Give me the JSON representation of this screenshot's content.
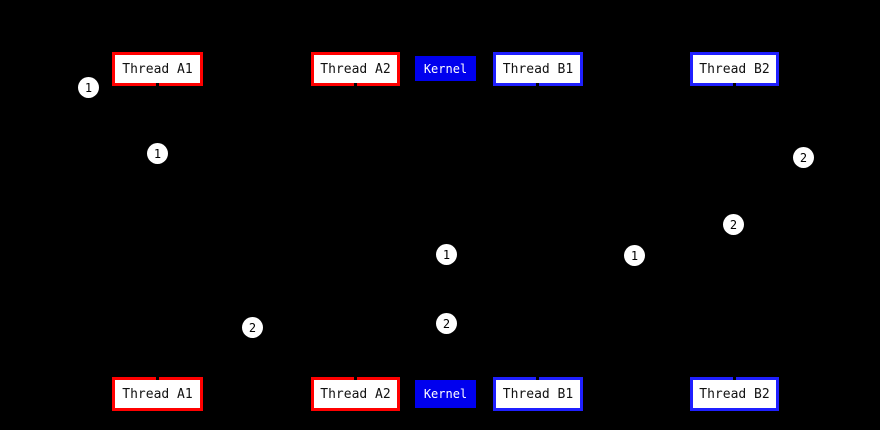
{
  "diagram": {
    "type": "sequence-diagram",
    "colors": {
      "background": "#000000",
      "thread_a_border": "#ff0000",
      "thread_b_border": "#1f1fff",
      "kernel_fill": "#0000ee",
      "entity_fill": "#ffffff",
      "entity_text": "#111111",
      "kernel_text": "#ffffff",
      "marker_fill": "#ffffff",
      "marker_text": "#000000",
      "lifeline_color": "#000000"
    },
    "top_row": [
      {
        "label": "Thread A1",
        "accent": "#ff0000",
        "variant": "outline"
      },
      {
        "label": "Thread A2",
        "accent": "#ff0000",
        "variant": "outline"
      },
      {
        "label": "Kernel",
        "accent": "#0000ee",
        "variant": "filled"
      },
      {
        "label": "Thread B1",
        "accent": "#1f1fff",
        "variant": "outline"
      },
      {
        "label": "Thread B2",
        "accent": "#1f1fff",
        "variant": "outline"
      }
    ],
    "bottom_row": [
      {
        "label": "Thread A1",
        "accent": "#ff0000",
        "variant": "outline"
      },
      {
        "label": "Thread A2",
        "accent": "#ff0000",
        "variant": "outline"
      },
      {
        "label": "Kernel",
        "accent": "#0000ee",
        "variant": "filled"
      },
      {
        "label": "Thread B1",
        "accent": "#1f1fff",
        "variant": "outline"
      },
      {
        "label": "Thread B2",
        "accent": "#1f1fff",
        "variant": "outline"
      }
    ],
    "markers": [
      {
        "label": "1"
      },
      {
        "label": "1"
      },
      {
        "label": "2"
      },
      {
        "label": "2"
      },
      {
        "label": "1"
      },
      {
        "label": "1"
      },
      {
        "label": "2"
      },
      {
        "label": "2"
      }
    ]
  }
}
